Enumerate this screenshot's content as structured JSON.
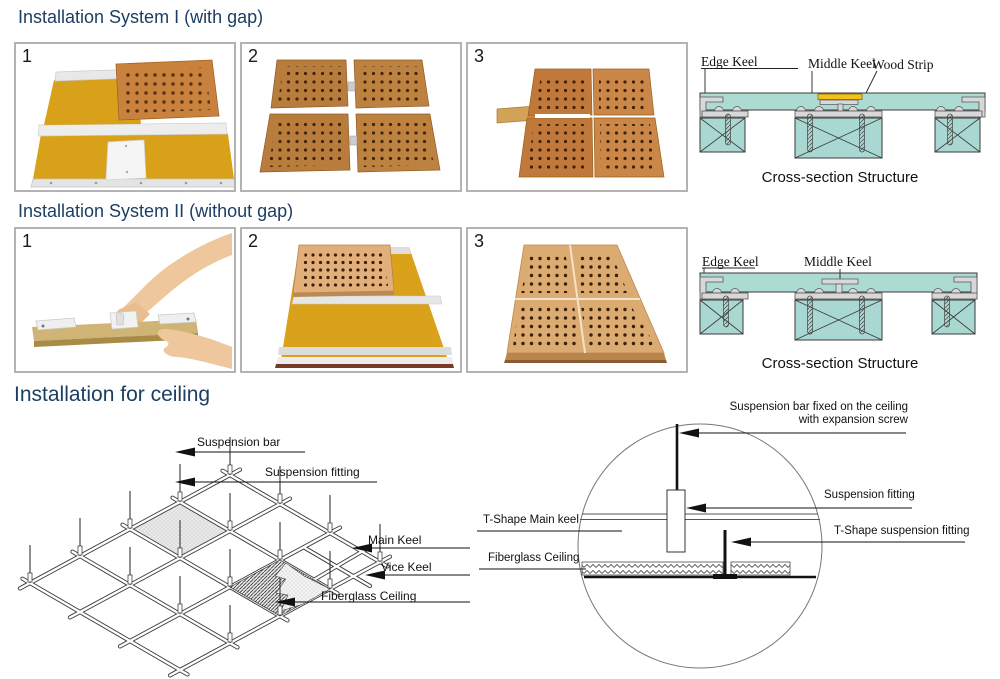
{
  "sections": {
    "system1": {
      "title": "Installation System I (with gap)",
      "steps": [
        "1",
        "2",
        "3"
      ]
    },
    "system2": {
      "title": "Installation System II (without gap)",
      "steps": [
        "1",
        "2",
        "3"
      ]
    },
    "ceiling": {
      "title": "Installation for ceiling"
    }
  },
  "cross_section_1": {
    "labels": {
      "edge_keel": "Edge Keel",
      "middle_keel": "Middle Keel",
      "wood_strip": "Wood Strip"
    },
    "caption": "Cross-section Structure"
  },
  "cross_section_2": {
    "labels": {
      "edge_keel": "Edge Keel",
      "middle_keel": "Middle Keel"
    },
    "caption": "Cross-section Structure"
  },
  "ceiling_grid": {
    "labels": {
      "suspension_bar": "Suspension bar",
      "suspension_fitting": "Suspension fitting",
      "main_keel": "Main Keel",
      "vice_keel": "Vice Keel",
      "fiberglass_ceiling": "Fiberglass Ceiling"
    }
  },
  "ceiling_detail": {
    "labels": {
      "suspension_bar_fixed_1": "Suspension bar fixed on the ceiling",
      "suspension_bar_fixed_2": "with expansion screw",
      "suspension_fitting": "Suspension fitting",
      "t_shape_main_keel": "T-Shape Main keel",
      "t_shape_suspension_fitting": "T-Shape suspension fitting",
      "fiberglass_ceiling": "Fiberglass Ceiling"
    }
  },
  "colors": {
    "title_navy": "#1d3e63",
    "keel_teal": "#aedad4",
    "profile_gray": "#d8d8d8",
    "wood_strip_yellow": "#f2c21a",
    "panel_orange": "#c9823e",
    "panel_tan": "#dcab72",
    "panel_yellow": "#d9a019",
    "frame_border": "#b3b3b3"
  }
}
